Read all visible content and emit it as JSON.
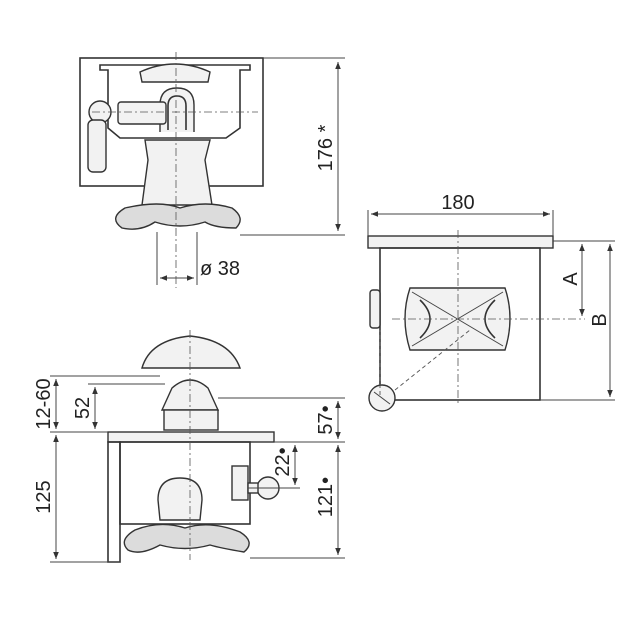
{
  "dimensions": {
    "height_total": "176 *",
    "diameter": "ø 38",
    "width": "180",
    "label_a": "A",
    "label_b": "B",
    "range_12_60": "12-60",
    "dim_52": "52",
    "dim_57": "57•",
    "dim_22": "22•",
    "dim_125": "125",
    "dim_121": "121•"
  },
  "colors": {
    "line": "#333333",
    "background": "#ffffff",
    "fill": "#dcdcdc"
  }
}
